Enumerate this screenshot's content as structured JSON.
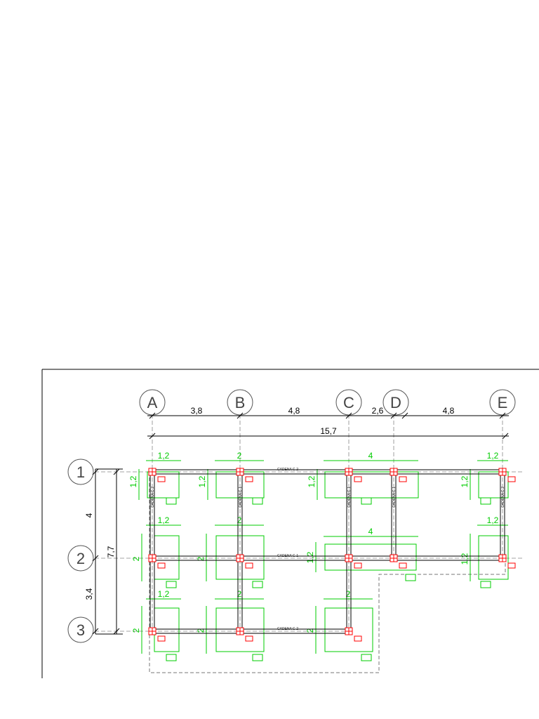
{
  "grid": {
    "columns": [
      "A",
      "B",
      "C",
      "D",
      "E"
    ],
    "rows": [
      "1",
      "2",
      "3"
    ]
  },
  "dimensions": {
    "top_spans": [
      "3,8",
      "4,8",
      "2,6",
      "4,8"
    ],
    "total_width": "15,7",
    "left_spans": [
      "4",
      "3,4"
    ],
    "total_height": "7,7"
  },
  "footings": {
    "w_row1": [
      "1,2",
      "2",
      "4",
      "1,2"
    ],
    "w_row2": [
      "1,2",
      "2",
      "4",
      "1,2"
    ],
    "w_row3": [
      "1,2",
      "2",
      "2"
    ],
    "h_row1": [
      "1,2",
      "1,2",
      "1,2",
      "1,2"
    ],
    "h_row2": [
      "2",
      "2",
      "1,2",
      "1,2"
    ],
    "h_row3": [
      "2",
      "2",
      "2"
    ]
  },
  "beams": {
    "row1": "CADENA C-2",
    "row2": "CADENA C-1",
    "row3": "CADENA C-2",
    "colA": "CADENA C-2",
    "colB": "CADENA C-1",
    "colC": "CADENA C-1",
    "colD": "CADENA C-1",
    "colE": "CADENA C-2"
  },
  "colors": {
    "green": "#00cc00",
    "red": "#ff0000",
    "dim_line": "#000000",
    "axis_circle": "#555555"
  }
}
